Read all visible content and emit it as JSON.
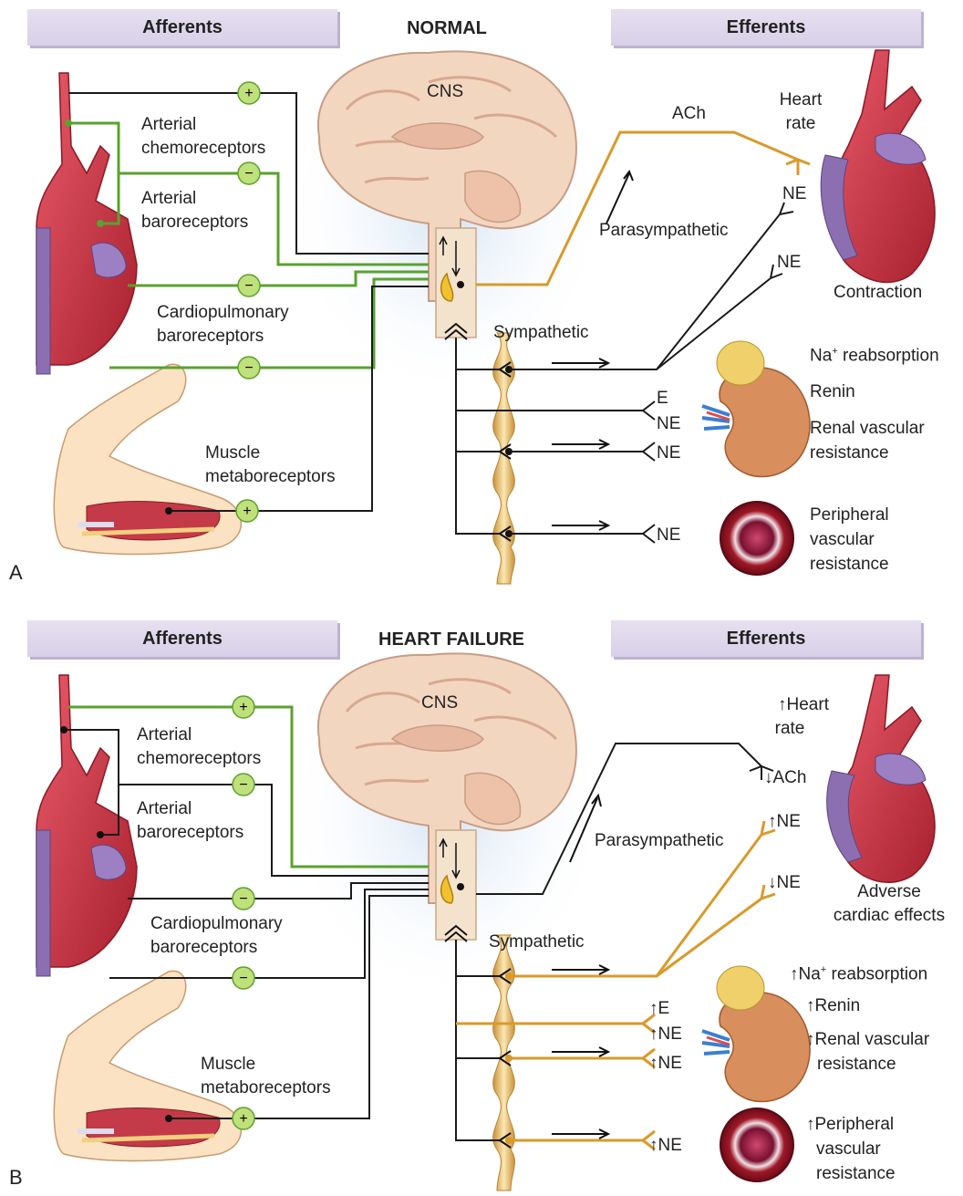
{
  "panels": [
    {
      "letter": "A",
      "title": "NORMAL",
      "afferents_header": "Afferents",
      "efferents_header": "Efferents",
      "cns": "CNS",
      "afferents": {
        "chemo_1": "Arterial",
        "chemo_2": "chemoreceptors",
        "baro_1": "Arterial",
        "baro_2": "baroreceptors",
        "cardio_1": "Cardiopulmonary",
        "cardio_2": "baroreceptors",
        "muscle_1": "Muscle",
        "muscle_2": "metaboreceptors"
      },
      "signs": [
        "+",
        "−",
        "−",
        "−",
        "+"
      ],
      "parasympathetic": "Parasympathetic",
      "sympathetic": "Sympathetic",
      "ach": "ACh",
      "ne_heart_1": "NE",
      "ne_heart_2": "NE",
      "e_kidney": "E",
      "ne_kidney": "NE",
      "ne_kidney_2": "NE",
      "ne_vessel": "NE",
      "heart_1": "Heart",
      "heart_2": "rate",
      "contraction": "Contraction",
      "na": "Na",
      "na_sup": "+",
      "na_rest": " reabsorption",
      "renin": "Renin",
      "renal_1": "Renal vascular",
      "renal_2": "resistance",
      "periph_1": "Peripheral",
      "periph_2": "vascular",
      "periph_3": "resistance"
    },
    {
      "letter": "B",
      "title": "HEART FAILURE",
      "afferents_header": "Afferents",
      "efferents_header": "Efferents",
      "cns": "CNS",
      "afferents": {
        "chemo_1": "Arterial",
        "chemo_2": "chemoreceptors",
        "baro_1": "Arterial",
        "baro_2": "baroreceptors",
        "cardio_1": "Cardiopulmonary",
        "cardio_2": "baroreceptors",
        "muscle_1": "Muscle",
        "muscle_2": "metaboreceptors"
      },
      "signs": [
        "+",
        "−",
        "−",
        "−",
        "+"
      ],
      "parasympathetic": "Parasympathetic",
      "sympathetic": "Sympathetic",
      "ach": "↓ACh",
      "ne_heart_1": "↑NE",
      "ne_heart_2": "↓NE",
      "e_kidney": "↑E",
      "ne_kidney": "↑NE",
      "ne_kidney_2": "↑NE",
      "ne_vessel": "↑NE",
      "heart_1": "↑Heart",
      "heart_2": "rate",
      "contraction_1": "Adverse",
      "contraction_2": "cardiac effects",
      "na": "↑Na",
      "na_sup": "+",
      "na_rest": " reabsorption",
      "renin": "↑Renin",
      "renal_1": "↑Renal vascular",
      "renal_2": "resistance",
      "periph_1": "↑Peripheral",
      "periph_2": "vascular",
      "periph_3": "resistance"
    }
  ],
  "colors": {
    "green": "#5aa22e",
    "orange": "#d99a2a",
    "black": "#1a1a1a",
    "header": "#ddd6ea"
  }
}
